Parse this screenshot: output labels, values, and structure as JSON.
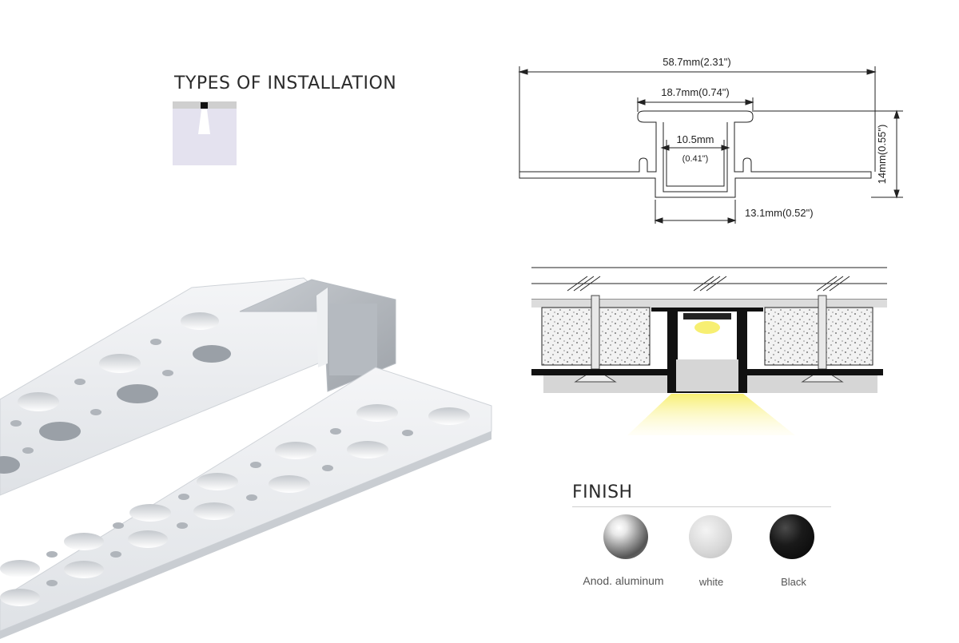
{
  "installation": {
    "title": "TYPES OF INSTALLATION"
  },
  "dimensions": {
    "overall_width": "58.7mm(2.31\")",
    "top_width": "18.7mm(0.74\")",
    "inner_width_mm": "10.5mm",
    "inner_width_in": "(0.41\")",
    "height": "14mm(0.55\")",
    "bottom_width": "13.1mm(0.52\")"
  },
  "finish": {
    "title": "FINISH",
    "options": [
      {
        "label": "Anod. aluminum",
        "color": "#a8a8a8"
      },
      {
        "label": "white",
        "color": "#d9d9d9"
      },
      {
        "label": "Black",
        "color": "#111111"
      }
    ]
  },
  "colors": {
    "installation_bg": "#e4e2ef",
    "light_beam": "#f7ef72",
    "drywall": "#f2f2f2",
    "ceiling_gray": "#d6d6d6",
    "profile_dark": "#111111"
  }
}
